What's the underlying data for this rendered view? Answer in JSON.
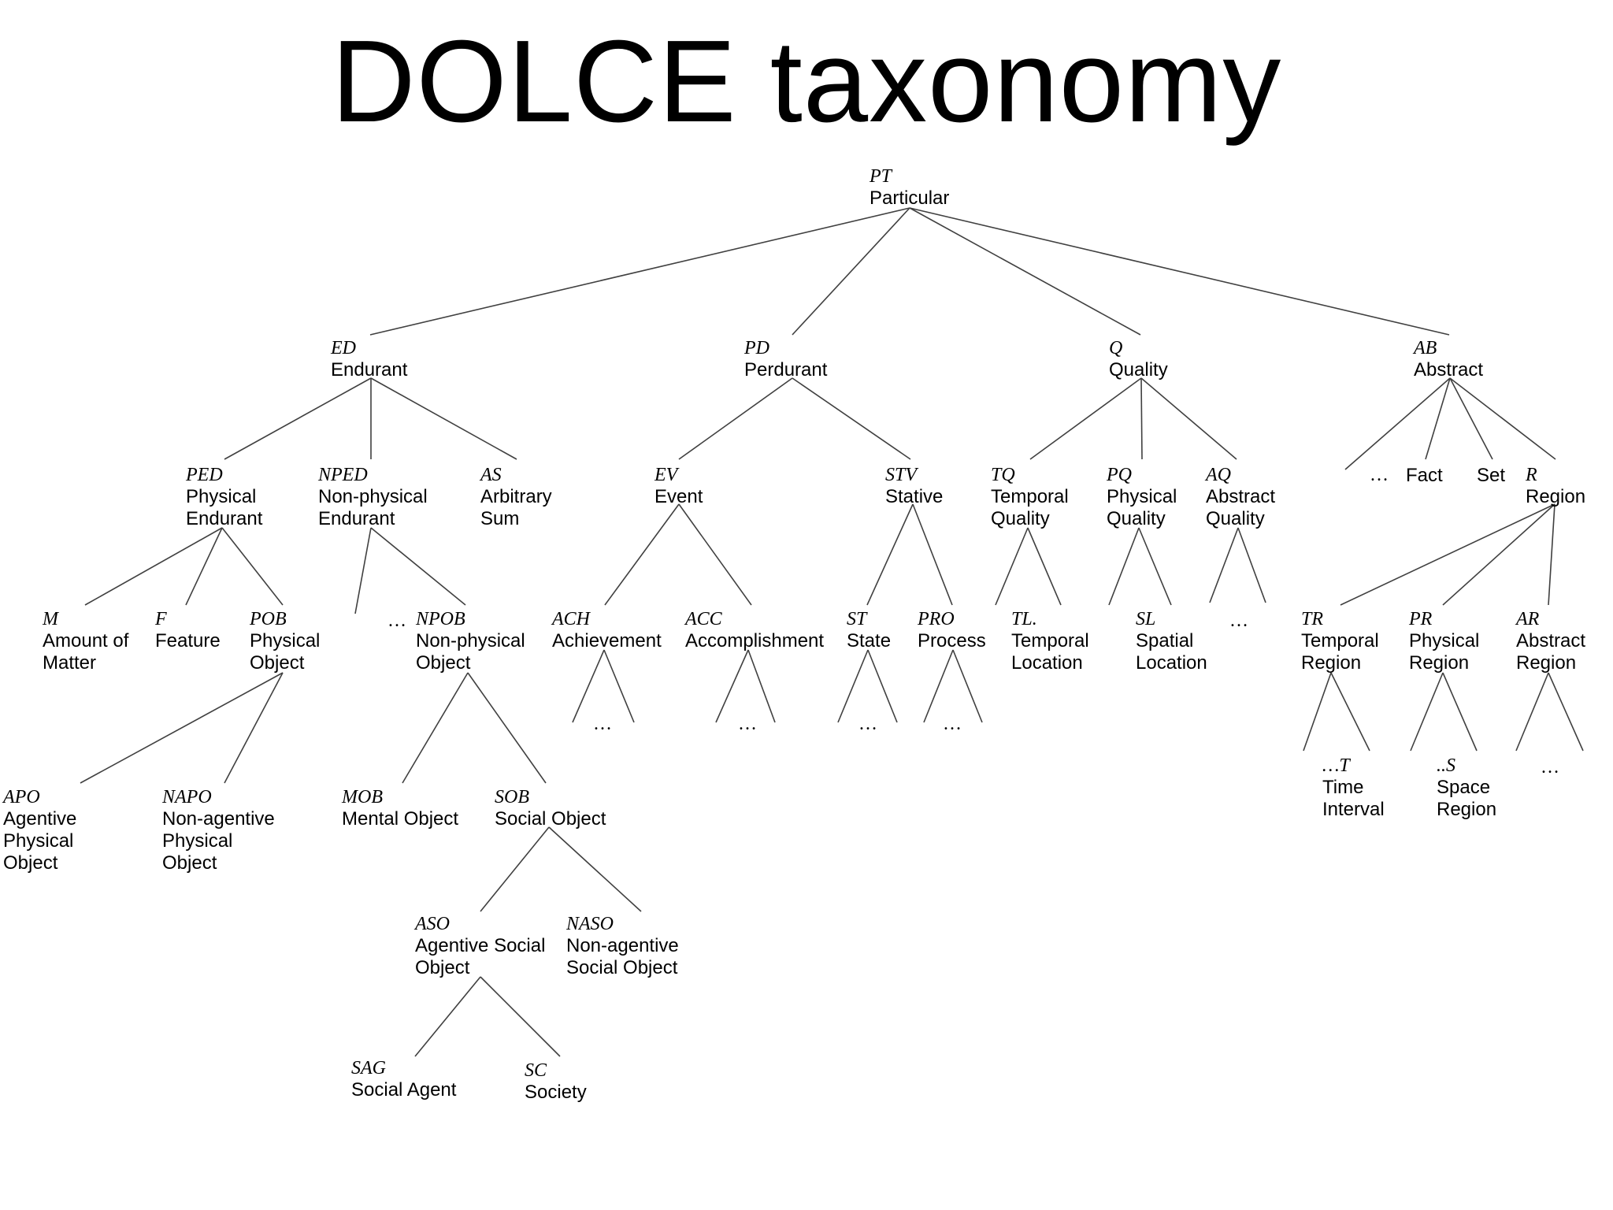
{
  "title": "DOLCE taxonomy",
  "ellipsis": "…",
  "nodes": {
    "PT": {
      "abbr": "PT",
      "name": "Particular"
    },
    "ED": {
      "abbr": "ED",
      "name": "Endurant"
    },
    "PD": {
      "abbr": "PD",
      "name": "Perdurant"
    },
    "Q": {
      "abbr": "Q",
      "name": "Quality"
    },
    "AB": {
      "abbr": "AB",
      "name": "Abstract"
    },
    "PED": {
      "abbr": "PED",
      "name": "Physical\nEndurant"
    },
    "NPED": {
      "abbr": "NPED",
      "name": "Non-physical\nEndurant"
    },
    "AS": {
      "abbr": "AS",
      "name": "Arbitrary\nSum"
    },
    "EV": {
      "abbr": "EV",
      "name": "Event"
    },
    "STV": {
      "abbr": "STV",
      "name": "Stative"
    },
    "TQ": {
      "abbr": "TQ",
      "name": "Temporal\nQuality"
    },
    "PQ": {
      "abbr": "PQ",
      "name": "Physical\nQuality"
    },
    "AQ": {
      "abbr": "AQ",
      "name": "Abstract\nQuality"
    },
    "FACT": {
      "abbr": "",
      "name": "Fact"
    },
    "SET": {
      "abbr": "",
      "name": "Set"
    },
    "R": {
      "abbr": "R",
      "name": "Region"
    },
    "M": {
      "abbr": "M",
      "name": "Amount of\nMatter"
    },
    "F": {
      "abbr": "F",
      "name": "Feature"
    },
    "POB": {
      "abbr": "POB",
      "name": "Physical\nObject"
    },
    "NPOB": {
      "abbr": "NPOB",
      "name": "Non-physical\nObject"
    },
    "ACH": {
      "abbr": "ACH",
      "name": "Achievement"
    },
    "ACC": {
      "abbr": "ACC",
      "name": "Accomplishment"
    },
    "ST": {
      "abbr": "ST",
      "name": "State"
    },
    "PRO": {
      "abbr": "PRO",
      "name": "Process"
    },
    "TL": {
      "abbr": "TL.",
      "name": "Temporal\nLocation"
    },
    "SL": {
      "abbr": "SL",
      "name": "Spatial\nLocation"
    },
    "TR": {
      "abbr": "TR",
      "name": "Temporal\nRegion"
    },
    "PR": {
      "abbr": "PR",
      "name": "Physical\nRegion"
    },
    "AR": {
      "abbr": "AR",
      "name": "Abstract\nRegion"
    },
    "APO": {
      "abbr": "APO",
      "name": "Agentive\nPhysical\nObject"
    },
    "NAPO": {
      "abbr": "NAPO",
      "name": "Non-agentive\nPhysical\nObject"
    },
    "MOB": {
      "abbr": "MOB",
      "name": "Mental Object"
    },
    "SOB": {
      "abbr": "SOB",
      "name": "Social Object"
    },
    "T": {
      "abbr": "…T",
      "name": "Time\nInterval"
    },
    "S": {
      "abbr": "..S",
      "name": "Space\nRegion"
    },
    "ASO": {
      "abbr": "ASO",
      "name": "Agentive Social\nObject"
    },
    "NASO": {
      "abbr": "NASO",
      "name": "Non-agentive\nSocial Object"
    },
    "SAG": {
      "abbr": "SAG",
      "name": "Social Agent"
    },
    "SC": {
      "abbr": "SC",
      "name": "Society"
    }
  }
}
